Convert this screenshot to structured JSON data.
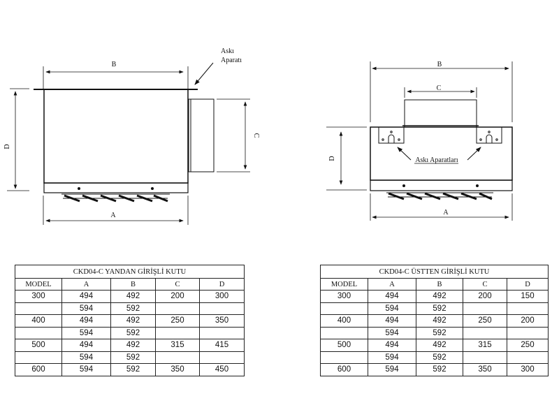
{
  "side_entry_drawing": {
    "labels": {
      "A": "A",
      "B": "B",
      "C": "C",
      "D": "D"
    },
    "hanger_label_line1": "Askı",
    "hanger_label_line2": "Aparatı"
  },
  "top_entry_drawing": {
    "labels": {
      "A": "A",
      "B": "B",
      "C": "C",
      "D": "D"
    },
    "hanger_label": "Askı Aparatları"
  },
  "side_entry_table": {
    "title": "CKD04-C  YANDAN GİRİŞLİ KUTU",
    "headers": [
      "MODEL",
      "A",
      "B",
      "C",
      "D"
    ],
    "rows": [
      [
        "300",
        "494",
        "492",
        "200",
        "300"
      ],
      [
        "",
        "594",
        "592",
        "",
        ""
      ],
      [
        "400",
        "494",
        "492",
        "250",
        "350"
      ],
      [
        "",
        "594",
        "592",
        "",
        ""
      ],
      [
        "500",
        "494",
        "492",
        "315",
        "415"
      ],
      [
        "",
        "594",
        "592",
        "",
        ""
      ],
      [
        "600",
        "594",
        "592",
        "350",
        "450"
      ]
    ]
  },
  "top_entry_table": {
    "title": "CKD04-C ÜSTTEN GİRİŞLİ KUTU",
    "headers": [
      "MODEL",
      "A",
      "B",
      "C",
      "D"
    ],
    "rows": [
      [
        "300",
        "494",
        "492",
        "200",
        "150"
      ],
      [
        "",
        "594",
        "592",
        "",
        ""
      ],
      [
        "400",
        "494",
        "492",
        "250",
        "200"
      ],
      [
        "",
        "594",
        "592",
        "",
        ""
      ],
      [
        "500",
        "494",
        "492",
        "315",
        "250"
      ],
      [
        "",
        "594",
        "592",
        "",
        ""
      ],
      [
        "600",
        "594",
        "592",
        "350",
        "300"
      ]
    ]
  }
}
